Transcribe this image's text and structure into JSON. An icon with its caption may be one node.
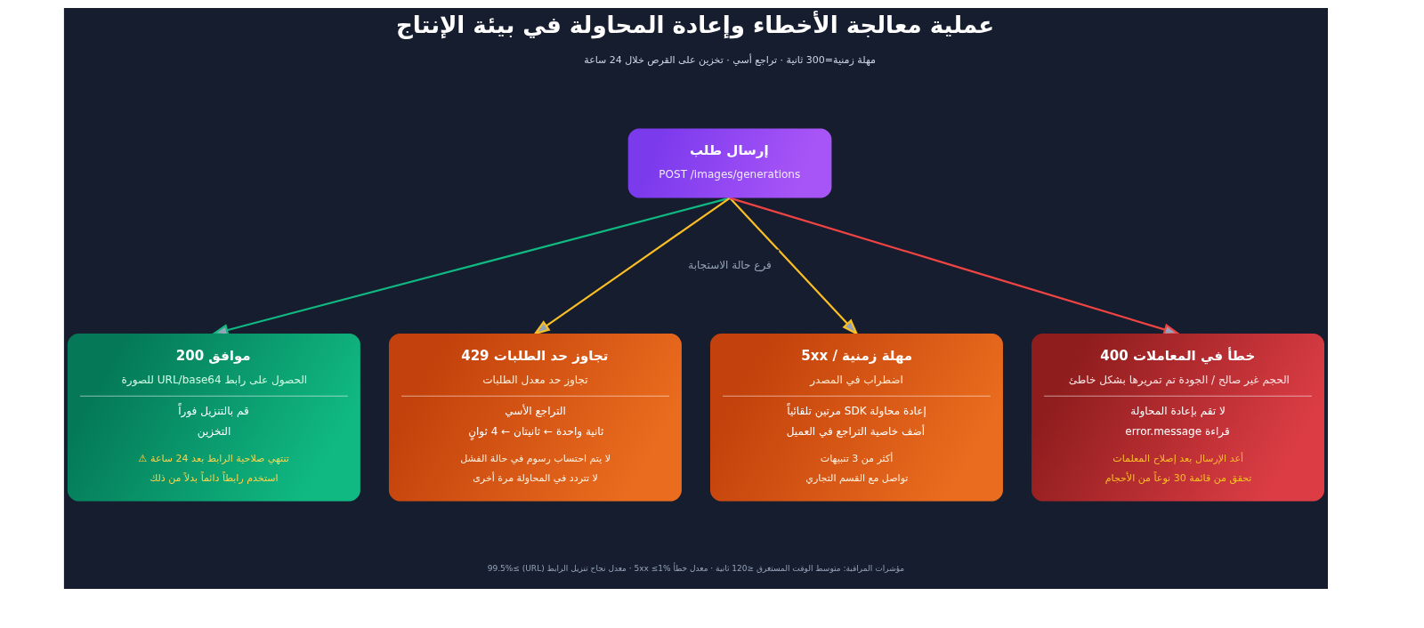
{
  "diagram": {
    "title": "عملية معالجة الأخطاء وإعادة المحاولة في بيئة الإنتاج",
    "caption": "مؤشرات المراقبة: متوسط الوقت المستغرق ≤120 ثانية · معدل خطأ 5xx ≤1% · معدل نجاح تنزيل الرابط (URL) ≥99.5%",
    "nodes": [
      {
        "text": [
          "إرسال طلب",
          "POST /images/generations"
        ]
      },
      {
        "text": [
          "موافق 200",
          "الحصول على رابط URL/base64 للصورة",
          "قم بالتنزيل فوراً",
          "التخزين",
          "تنتهي صلاحية الرابط بعد 24 ساعة ⚠",
          "استخدم رابطاً دائماً بدلاً من ذلك"
        ]
      },
      {
        "text": [
          "تجاوز حد الطلبات 429",
          "تجاوز حد معدل الطلبات",
          "التراجع الأسي",
          "ثانية واحدة ← ثانيتان ← 4 ثوانٍ",
          "لا يتم احتساب رسوم في حالة الفشل",
          "لا تتردد في المحاولة مرة أخرى"
        ]
      },
      {
        "text": [
          "مهلة زمنية / 5xx",
          "اضطراب في المصدر",
          "إعادة محاولة SDK مرتين تلقائياً",
          "أضف خاصية التراجع في العميل",
          "أكثر من 3 تنبيهات",
          "تواصل مع القسم التجاري"
        ]
      },
      {
        "text": [
          "خطأ في المعاملات 400",
          "الحجم غير صالح / الجودة تم تمريرها بشكل خاطئ",
          "لا تقم بإعادة المحاولة",
          "قراءة error.message",
          "أعد الإرسال بعد إصلاح المعلمات",
          "تحقق من قائمة 30 نوعاً من الأحجام"
        ]
      }
    ],
    "edges": [
      {
        "from": 0,
        "to": 1,
        "arrow": "to",
        "color": "#10b981"
      },
      {
        "from": 0,
        "to": 2,
        "arrow": "to",
        "color": "#fbbf24"
      },
      {
        "from": 0,
        "to": 3,
        "arrow": "to",
        "color": "#fbbf24"
      },
      {
        "from": 0,
        "to": 4,
        "arrow": "to",
        "color": "#ef4444"
      }
    ],
    "labels": [
      "مهلة زمنية=300 ثانية · تراجع أسي · تخزين على القرص خلال 24 ساعة",
      "فرع حالة الاستجابة"
    ]
  }
}
